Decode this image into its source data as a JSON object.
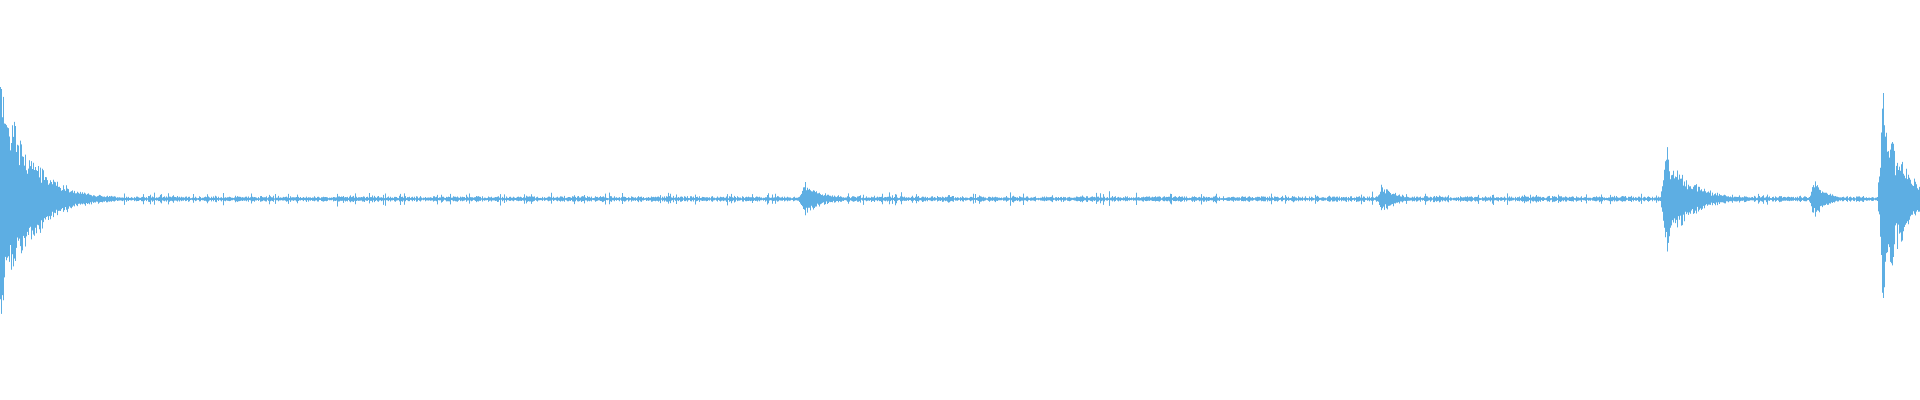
{
  "waveform": {
    "color": "#5daee3",
    "background": "#ffffff",
    "peaks": [
      {
        "position": 0.0,
        "amplitude": 0.28,
        "decay": 0.012
      },
      {
        "position": 0.004,
        "amplitude": 0.24,
        "decay": 0.015
      },
      {
        "position": 0.418,
        "amplitude": 0.045,
        "decay": 0.01
      },
      {
        "position": 0.719,
        "amplitude": 0.035,
        "decay": 0.008
      },
      {
        "position": 0.867,
        "amplitude": 0.135,
        "decay": 0.012
      },
      {
        "position": 0.944,
        "amplitude": 0.055,
        "decay": 0.006
      },
      {
        "position": 0.98,
        "amplitude": 0.26,
        "decay": 0.01
      }
    ],
    "noise_floor": 0.004
  }
}
